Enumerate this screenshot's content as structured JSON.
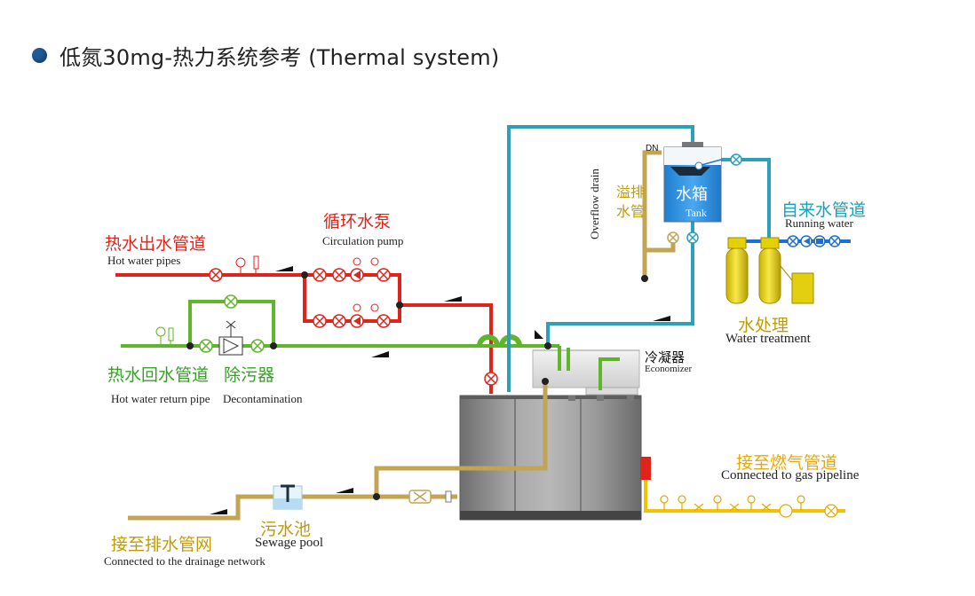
{
  "title": {
    "text": "低氮30mg-热力系统参考 (Thermal system)"
  },
  "colors": {
    "hot_water": "#e0241b",
    "return_water": "#5fb52b",
    "drain": "#c3a455",
    "tank_line": "#2ba0b8",
    "running_water": "#1e6fcf",
    "gas": "#f2c400",
    "title_dot": "#1f5a99"
  },
  "labels": {
    "hot_water_pipes_zh": "热水出水管道",
    "hot_water_pipes_en": "Hot water pipes",
    "circulation_pump_zh": "循环水泵",
    "circulation_pump_en": "Circulation pump",
    "hot_water_return_zh": "热水回水管道",
    "hot_water_return_en": "Hot water return pipe",
    "decontamination_zh": "除污器",
    "decontamination_en": "Decontamination",
    "overflow_drain_zh": "溢排水管",
    "overflow_drain_en": "Overflow drain",
    "dn": "DN",
    "tank_zh": "水箱",
    "tank_en": "Tank",
    "running_water_zh": "自来水管道",
    "running_water_en": "Running water",
    "water_treatment_zh": "水处理",
    "water_treatment_en": "Water treatment",
    "economizer_zh": "冷凝器",
    "economizer_en": "Economizer",
    "gas_pipeline_zh": "接至燃气管道",
    "gas_pipeline_en": "Connected to gas pipeline",
    "sewage_pool_zh": "污水池",
    "sewage_pool_en": "Sewage pool",
    "drainage_network_zh": "接至排水管网",
    "drainage_network_en": "Connected to the drainage network"
  }
}
